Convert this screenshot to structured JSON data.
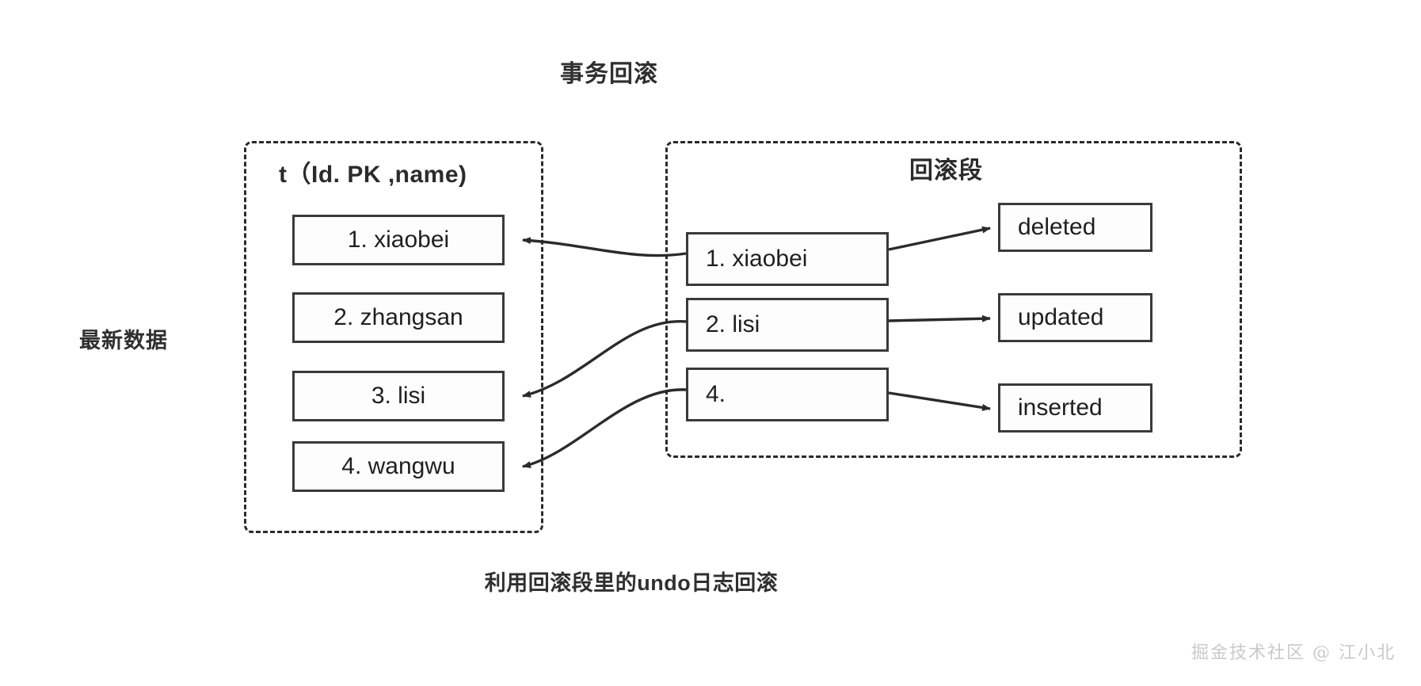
{
  "diagram": {
    "title": "事务回滚",
    "left_label": "最新数据",
    "bottom_caption": "利用回滚段里的undo日志回滚",
    "watermark": "掘金技术社区 @ 江小北",
    "stroke_color": "#2b2b2b",
    "box_border_color": "#3a3a3a",
    "watermark_color": "#c9c9c9",
    "background": "#ffffff"
  },
  "table_panel": {
    "heading": "t（Id. PK ,name)",
    "rows": [
      {
        "label": "1. xiaobei"
      },
      {
        "label": "2. zhangsan"
      },
      {
        "label": "3. lisi"
      },
      {
        "label": "4. wangwu"
      }
    ]
  },
  "segment_panel": {
    "heading": "回滚段",
    "undo_entries": [
      {
        "label": "1. xiaobei"
      },
      {
        "label": "2. lisi"
      },
      {
        "label": "4."
      }
    ],
    "statuses": [
      {
        "label": "deleted"
      },
      {
        "label": "updated"
      },
      {
        "label": "inserted"
      }
    ]
  }
}
